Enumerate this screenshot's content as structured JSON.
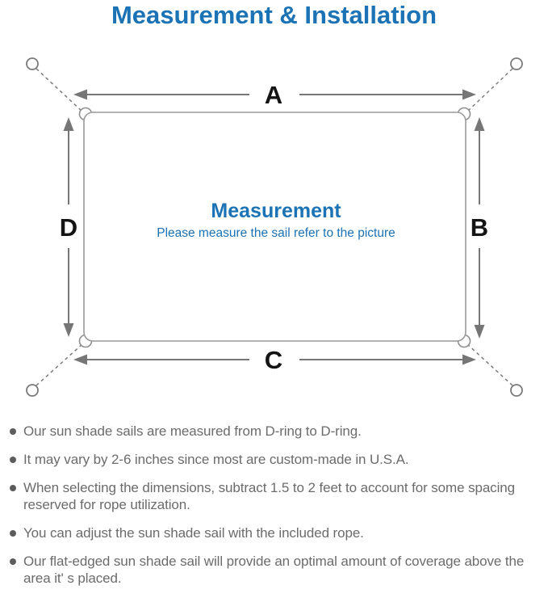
{
  "colors": {
    "accent": "#1b72b4",
    "noteText": "#6b6b6b",
    "noteDot": "#5c5c5c"
  },
  "header": {
    "title": "Measurement & Installation"
  },
  "diagram": {
    "center_title": "Measurement",
    "center_subtitle": "Please measure the sail refer to the picture",
    "labels": {
      "top": "A",
      "right": "B",
      "bottom": "C",
      "left": "D"
    }
  },
  "notes": {
    "items": [
      "Our sun shade sails are measured from D-ring to D-ring.",
      "It may vary by 2-6 inches since most are custom-made in U.S.A.",
      "When selecting the dimensions, subtract 1.5 to 2 feet to account for some spacing reserved for rope utilization.",
      "You can adjust the sun shade sail with the included rope.",
      "Our flat-edged sun shade sail will provide an optimal amount of coverage above the area it' s placed."
    ]
  }
}
